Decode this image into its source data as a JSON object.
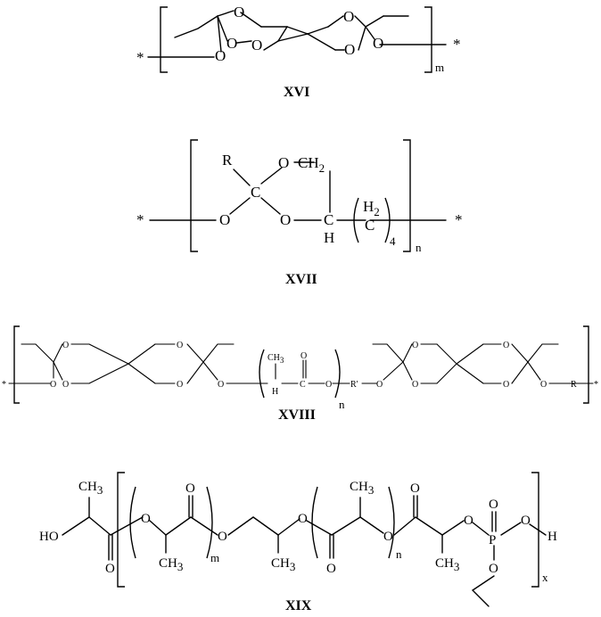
{
  "compounds": {
    "xvi": {
      "label": "XVI",
      "repeat": "m",
      "end": "*",
      "oxygen": "O"
    },
    "xvii": {
      "label": "XVII",
      "repeat": "n",
      "end": "*",
      "oxygen": "O",
      "r": "R",
      "c": "C",
      "ch2": "CH",
      "two": "2",
      "h": "H",
      "h2": "H",
      "four": "4"
    },
    "xviii": {
      "label": "XVIII",
      "repeat": "n",
      "end": "*",
      "oxygen": "O",
      "ch3": "CH",
      "three": "3",
      "h": "H",
      "c": "C",
      "rprime": "R'",
      "r": "R"
    },
    "xix": {
      "label": "XIX",
      "m": "m",
      "n": "n",
      "x": "x",
      "ho": "HO",
      "ch3": "CH",
      "three": "3",
      "oxygen": "O",
      "p": "P",
      "h": "H"
    }
  }
}
